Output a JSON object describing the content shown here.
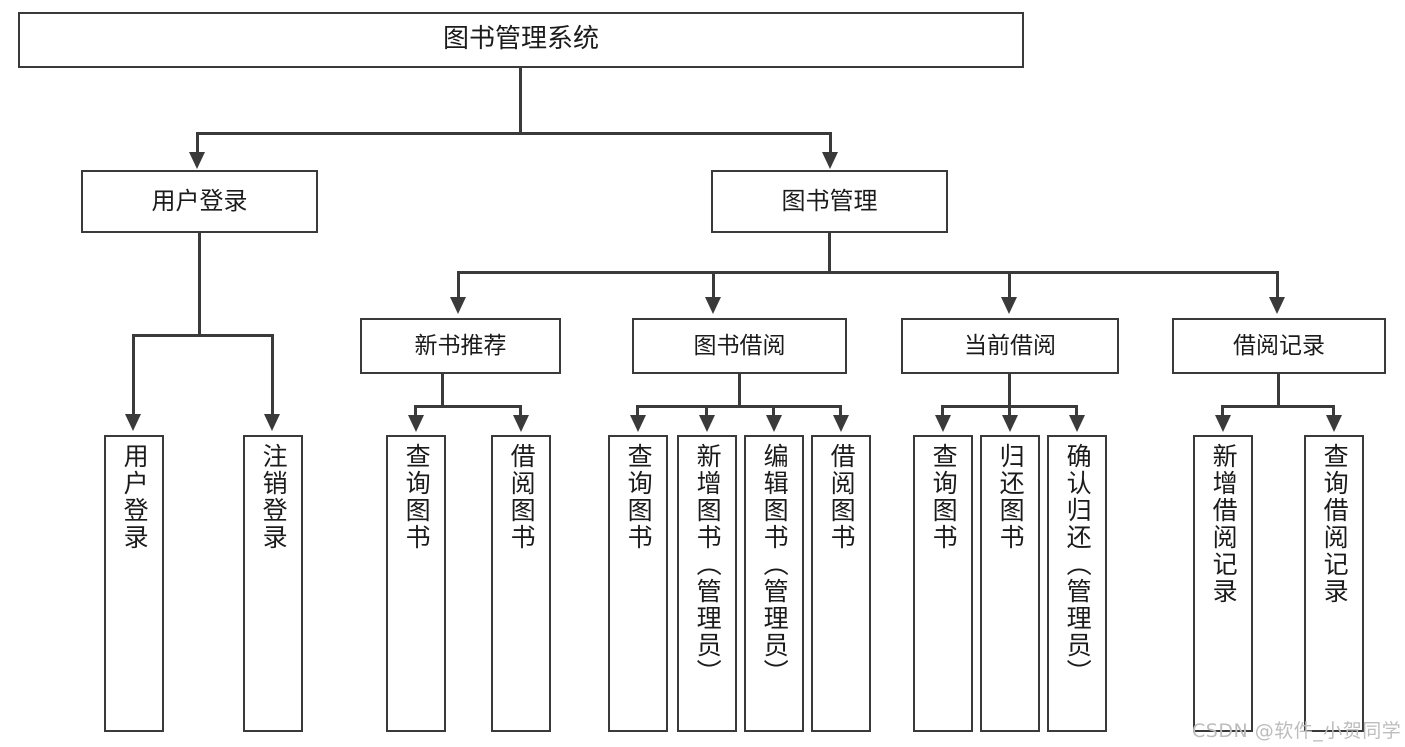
{
  "diagram": {
    "type": "tree-hierarchy",
    "orientation": "top-down",
    "root": {
      "label": "图书管理系统"
    },
    "level1": [
      {
        "label": "用户登录"
      },
      {
        "label": "图书管理"
      }
    ],
    "level2": [
      {
        "label": "新书推荐"
      },
      {
        "label": "图书借阅"
      },
      {
        "label": "当前借阅"
      },
      {
        "label": "借阅记录"
      }
    ],
    "leaves": {
      "user_login": [
        {
          "label": "用户登录"
        },
        {
          "label": "注销登录"
        }
      ],
      "new_book_recommend": [
        {
          "label": "查询图书"
        },
        {
          "label": "借阅图书"
        }
      ],
      "book_borrow": [
        {
          "label": "查询图书"
        },
        {
          "label": "新增图书（管理员）"
        },
        {
          "label": "编辑图书（管理员）"
        },
        {
          "label": "借阅图书"
        }
      ],
      "current_borrow": [
        {
          "label": "查询图书"
        },
        {
          "label": "归还图书"
        },
        {
          "label": "确认归还（管理员）"
        }
      ],
      "borrow_record": [
        {
          "label": "新增借阅记录"
        },
        {
          "label": "查询借阅记录"
        }
      ]
    }
  },
  "watermark": {
    "text": "CSDN @软件_小贺同学"
  },
  "colors": {
    "stroke": "#3a3a3a",
    "fill": "#ffffff",
    "text": "#1b1b1b",
    "watermark": "#bdbdbd"
  }
}
